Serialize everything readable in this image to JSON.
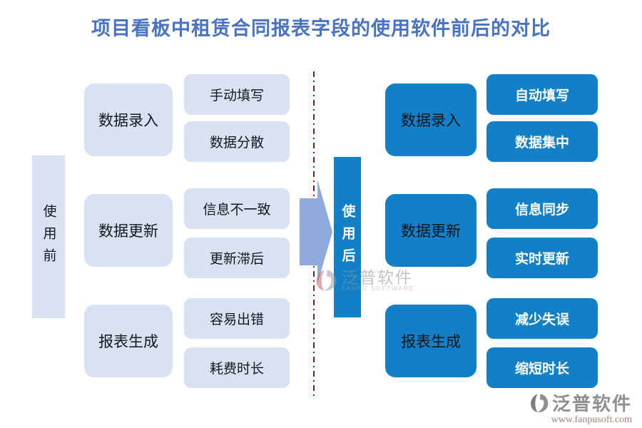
{
  "title": "项目看板中租赁合同报表字段的使用软件前后的对比",
  "colors": {
    "title_blue": "#4A72C4",
    "light_box": "#D9E2F3",
    "solid_blue": "#1180C6",
    "arrow_blue": "#8FAADC",
    "divider_maroon": "#6B2C28",
    "dark_text": "#15181D",
    "light_text": "#FFFFFF",
    "logo_gray": "#8F8F8F",
    "logo_url_red": "#AF7C76"
  },
  "before": {
    "label": "使用前",
    "groups": [
      {
        "category": "数据录入",
        "items": [
          "手动填写",
          "数据分散"
        ]
      },
      {
        "category": "数据更新",
        "items": [
          "信息不一致",
          "更新滞后"
        ]
      },
      {
        "category": "报表生成",
        "items": [
          "容易出错",
          "耗费时长"
        ]
      }
    ]
  },
  "after": {
    "label": "使用后",
    "groups": [
      {
        "category": "数据录入",
        "items": [
          "自动填写",
          "数据集中"
        ]
      },
      {
        "category": "数据更新",
        "items": [
          "信息同步",
          "实时更新"
        ]
      },
      {
        "category": "报表生成",
        "items": [
          "减少失误",
          "缩短时长"
        ]
      }
    ]
  },
  "watermark": {
    "brand": "泛普软件",
    "subtitle": "FANPU SOFTWARE"
  },
  "footer": {
    "brand": "泛普软件",
    "url": "www.fanpusoft.com"
  },
  "icons": {
    "logo": "fanpu-logo-icon",
    "arrow": "transform-arrow-icon",
    "divider": "divider-dashed-line"
  }
}
